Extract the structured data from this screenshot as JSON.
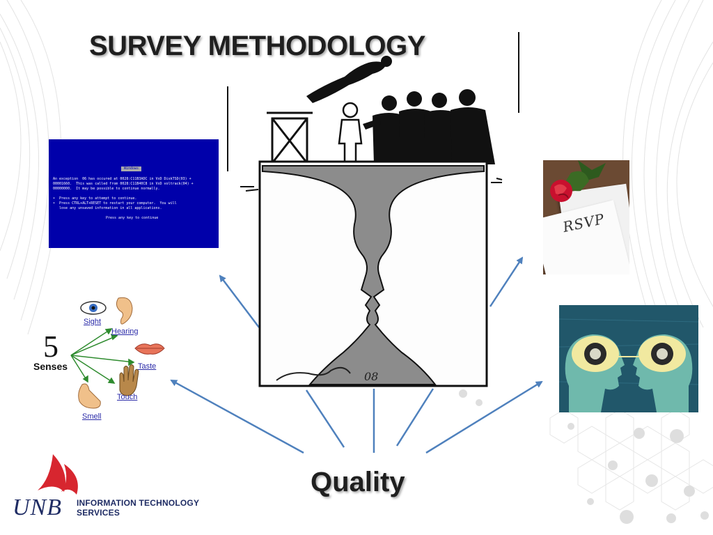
{
  "slide": {
    "title": "SURVEY METHODOLOGY",
    "bottom_label": "Quality"
  },
  "bsod_image": {
    "header": "Windows",
    "message": "An exception  06 has occured at 0028:C11B3ADC in VxD DiskTSD(03) +\n00001660.  This was called from 0028:C11B40C8 in VxD voltrack(04) +\n00000000.  It may be possible to continue normally.",
    "bullets": "•  Press any key to attempt to continue.\n•  Press CTRL+ALT+RESET to restart your computer.  You will\n   lose any unsaved information in all applications.",
    "footer": "Press any key to continue"
  },
  "senses_image": {
    "number": "5",
    "word": "Senses",
    "items": [
      "Sight",
      "Hearing",
      "Taste",
      "Touch",
      "Smell"
    ]
  },
  "rsvp_image": {
    "card_text": "RSVP"
  },
  "center_image": {
    "signature": "08"
  },
  "logo": {
    "mark": "UNB",
    "line1": "INFORMATION TECHNOLOGY",
    "line2": "SERVICES"
  },
  "colors": {
    "bsod_blue": "#0000aa",
    "arrow_blue": "#4f81bd",
    "title_text": "#1f1f1f",
    "unb_navy": "#1f2c64",
    "unb_red": "#d7262f"
  }
}
